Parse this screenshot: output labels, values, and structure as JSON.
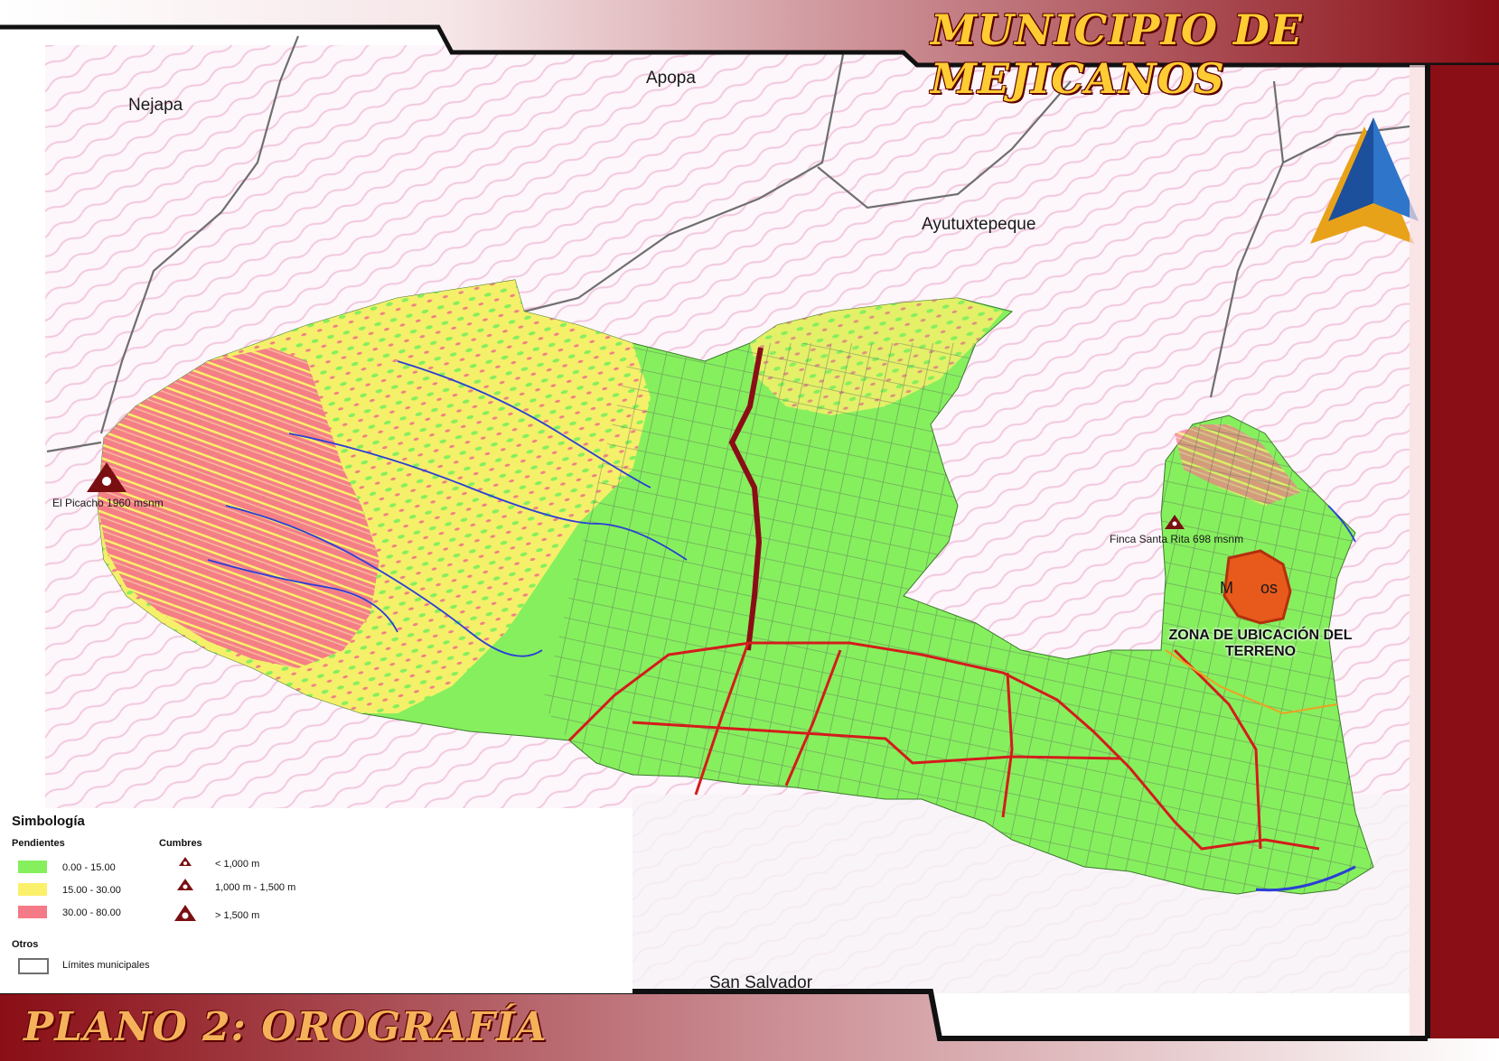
{
  "titles": {
    "municipality": "MUNICIPIO DE MEJICANOS",
    "plan": "PLANO 2: OROGRAFÍA"
  },
  "neighbors": {
    "nejapa": "Nejapa",
    "apopa": "Apopa",
    "ayutuxtepeque": "Ayutuxtepeque",
    "san_salvador": "San Salvador"
  },
  "peaks": {
    "el_picacho": "El Picacho 1960 msnm",
    "finca_santa_rita": "Finca Santa Rita 698 msnm"
  },
  "site": {
    "zone_line1": "ZONA DE UBICACIÓN DEL",
    "zone_line2": "TERRENO",
    "town_fragment": "M      os"
  },
  "legend": {
    "title": "Simbología",
    "slopes_header": "Pendientes",
    "slopes": [
      {
        "label": "0.00 - 15.00",
        "color": "#86ef5e"
      },
      {
        "label": "15.00 - 30.00",
        "color": "#fbf06a"
      },
      {
        "label": "30.00 - 80.00",
        "color": "#f47a88"
      }
    ],
    "peaks_header": "Cumbres",
    "peak_classes": [
      {
        "label": "< 1,000 m"
      },
      {
        "label": "1,000 m - 1,500 m"
      },
      {
        "label": "> 1,500 m"
      }
    ],
    "others_header": "Otros",
    "boundary_label": "Límites municipales"
  },
  "colors": {
    "frame": "#8a0e16",
    "title_fill": "#ffcc33",
    "main_road": "#d41c1c",
    "river": "#2a3fd6",
    "site": "#e85a1c",
    "peak_marker": "#7a0f12"
  }
}
